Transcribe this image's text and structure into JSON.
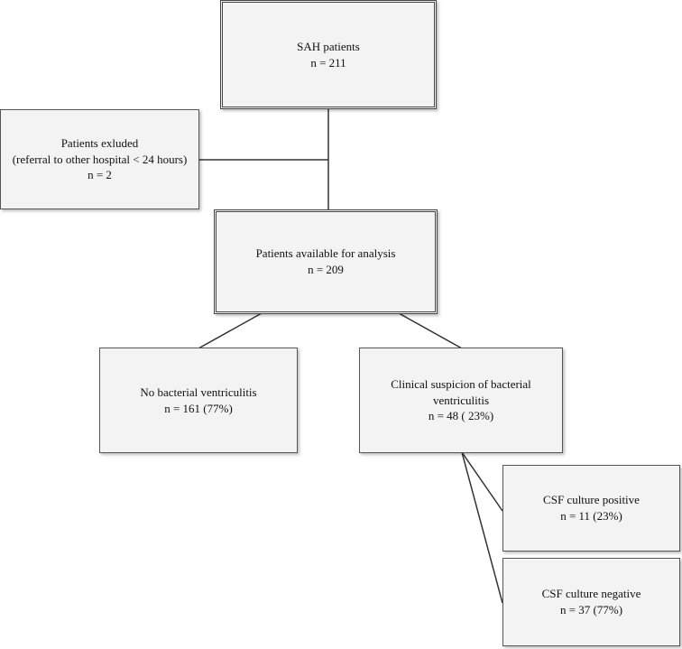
{
  "boxes": {
    "sah": {
      "line1": "SAH patients",
      "line2": "n = 211"
    },
    "excluded": {
      "line1": "Patients exluded",
      "line2": "(referral to other hospital < 24 hours)",
      "line3": "n = 2"
    },
    "available": {
      "line1": "Patients available for analysis",
      "line2": "n = 209"
    },
    "no_ventriculitis": {
      "line1": "No bacterial ventriculitis",
      "line2": "n = 161 (77%)"
    },
    "suspicion": {
      "line1": "Clinical suspicion of bacterial",
      "line2": "ventriculitis",
      "line3": "n = 48 ( 23%)"
    },
    "culture_positive": {
      "line1": "CSF culture positive",
      "line2": "n = 11 (23%)"
    },
    "culture_negative": {
      "line1": "CSF culture negative",
      "line2": "n = 37 (77%)"
    }
  }
}
